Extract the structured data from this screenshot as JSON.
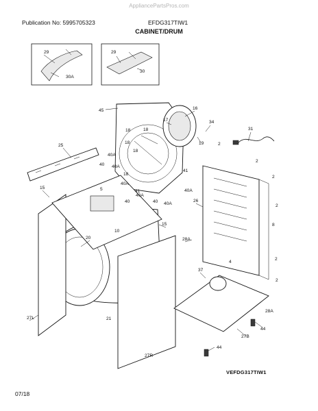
{
  "header": {
    "watermark": "AppliancePartsPros.com",
    "publication": "Publication No: 5995705323",
    "model": "EFDG317TIW1",
    "section": "CABINET/DRUM"
  },
  "footer": {
    "doc_ref": "VEFDG317TIW1",
    "date": "07/18"
  },
  "callouts": {
    "c29a": "29",
    "c30a": "30A",
    "c29b": "29",
    "c30": "30",
    "c45": "45",
    "c16": "16",
    "c17": "17",
    "c34": "34",
    "c19": "19",
    "c31": "31",
    "c18a": "18",
    "c18b": "18",
    "c18c": "18",
    "c18d": "18",
    "c18e": "18",
    "c25": "25",
    "c40aa": "40A",
    "c40ab": "40A",
    "c40ac": "40A",
    "c40ad": "40A",
    "c40ae": "40A",
    "c40af": "40A",
    "c40a": "40",
    "c40b": "40",
    "c40c": "40",
    "c41a": "41",
    "c41b": "41",
    "c2a": "2",
    "c2b": "2",
    "c2c": "2",
    "c2d": "2",
    "c2e": "2",
    "c2f": "2",
    "c15a": "15",
    "c15b": "15",
    "c5": "5",
    "c10": "10",
    "c20": "20",
    "c26": "26",
    "c28a": "28A",
    "c28ab": "28A",
    "c8": "8",
    "c4": "4",
    "c37": "37",
    "c27l": "27L",
    "c21": "21",
    "c27r": "27R",
    "c27b": "27B",
    "c44a": "44",
    "c44b": "44"
  }
}
